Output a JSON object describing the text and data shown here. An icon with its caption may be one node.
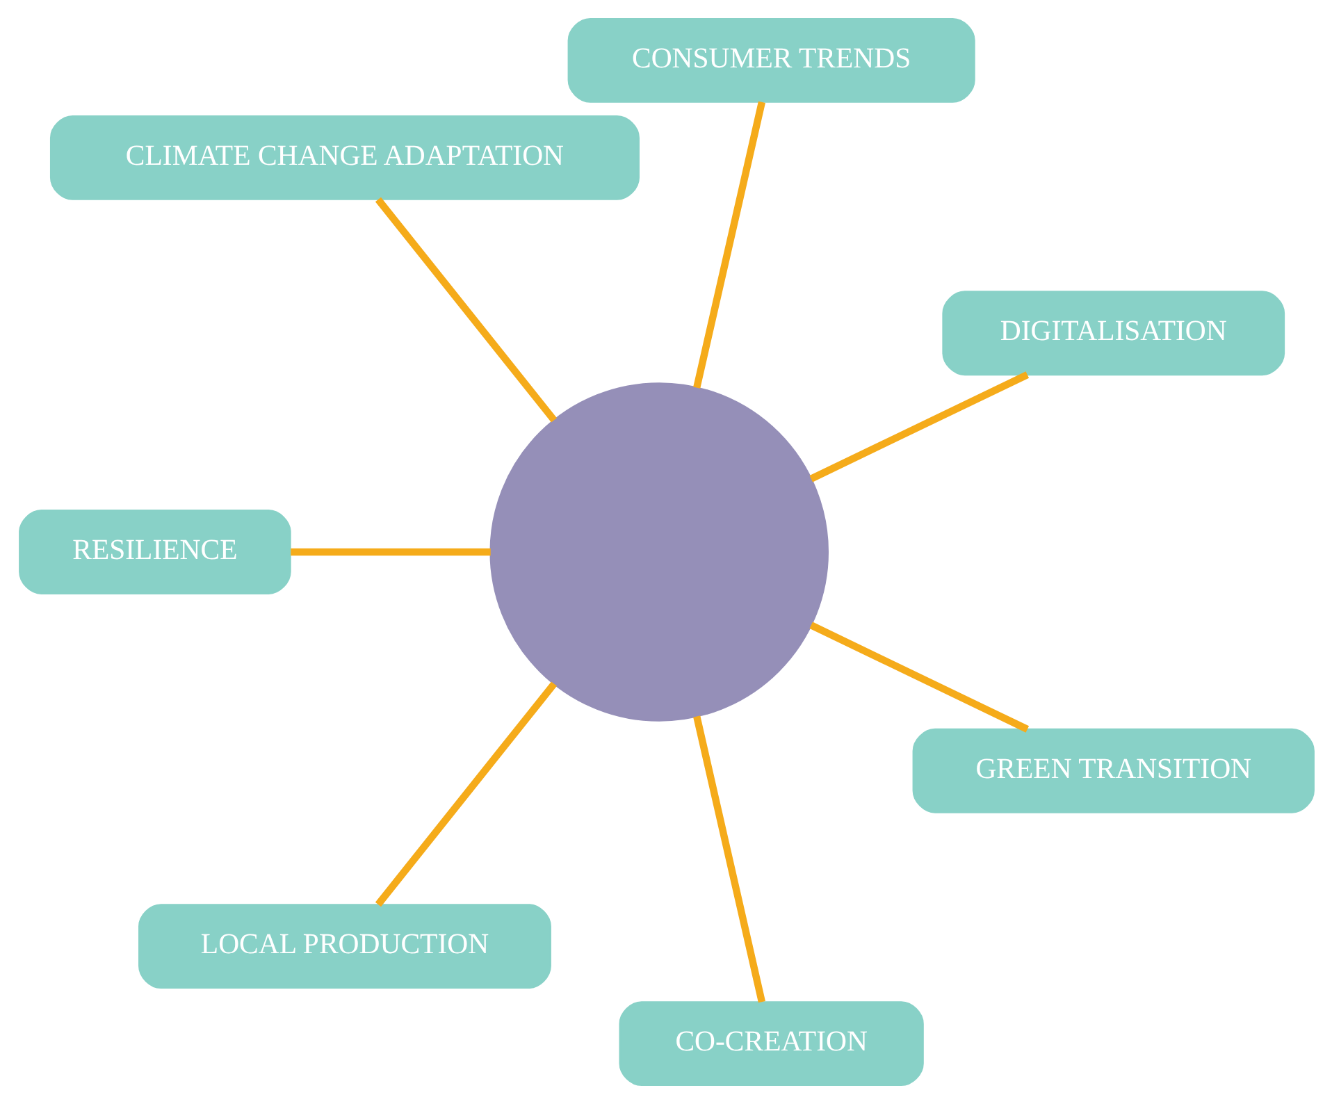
{
  "diagram": {
    "nodes": [
      {
        "text": [],
        "shape": "circle"
      },
      {
        "text": [
          "DIGITALISATION"
        ]
      },
      {
        "text": [
          "GREEN TRANSITION"
        ]
      },
      {
        "text": [
          "CONSUMER TRENDS"
        ]
      },
      {
        "text": [
          "CO-CREATION"
        ]
      },
      {
        "text": [
          "CLIMATE CHANGE ADAPTATION"
        ]
      },
      {
        "text": [
          "LOCAL PRODUCTION"
        ]
      },
      {
        "text": [
          "RESILIENCE"
        ]
      }
    ],
    "edges": [
      {
        "from": 0,
        "to": 1,
        "arrow": "none"
      },
      {
        "from": 0,
        "to": 3,
        "arrow": "none"
      },
      {
        "from": 0,
        "to": 5,
        "arrow": "none"
      },
      {
        "from": 0,
        "to": 7,
        "arrow": "none"
      },
      {
        "from": 0,
        "to": 6,
        "arrow": "none"
      },
      {
        "from": 0,
        "to": 4,
        "arrow": "none"
      },
      {
        "from": 0,
        "to": 2,
        "arrow": "none"
      }
    ]
  }
}
